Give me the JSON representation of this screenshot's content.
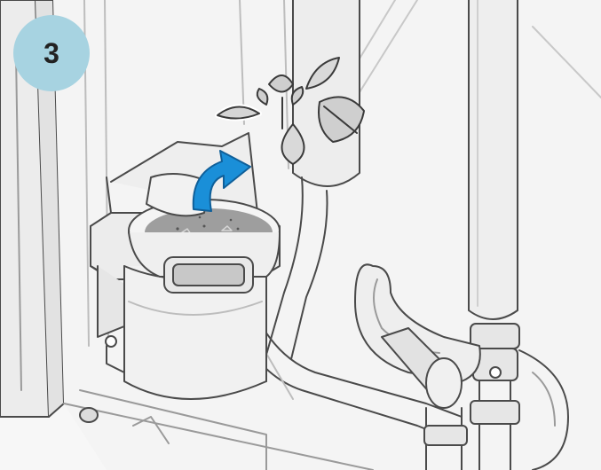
{
  "step": {
    "number": "3",
    "badge_color": "#a7d3e1"
  },
  "illustration": {
    "subject": "filter-basket-being-emptied",
    "icons": [
      "step-number-badge",
      "debris-leaves",
      "lift-out-arrow"
    ],
    "arrow_color": "#1a8fd8",
    "line_color": "#4a4a4a",
    "fill_color": "#f2f2f2"
  }
}
